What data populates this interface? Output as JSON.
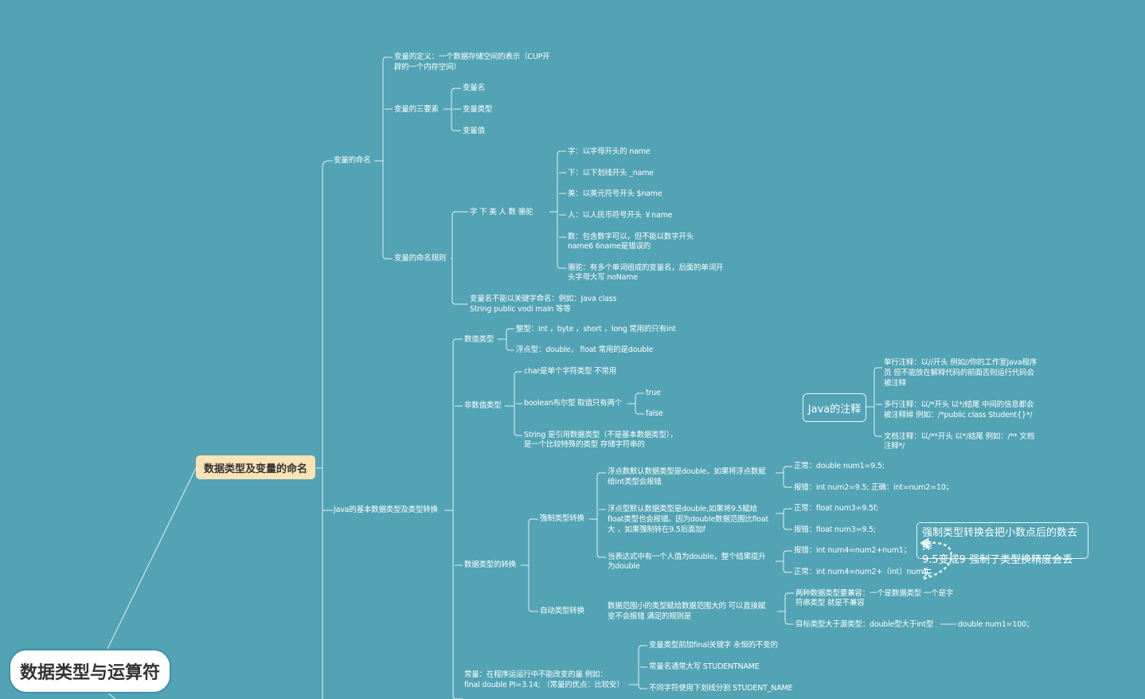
{
  "root": "数据类型与运算符",
  "main_topic": "数据类型及变量的命名",
  "naming": {
    "title": "变量的命名",
    "definition": [
      "变量的定义：一个数据存储空间的表示（CUP开",
      "辟的一个内存空间）"
    ],
    "three_elements": {
      "title": "变量的三要素",
      "items": [
        "变量名",
        "变量类型",
        "变量值"
      ]
    },
    "rules": {
      "title": "变量的命名规则",
      "mnemonic": {
        "title": "字 下 美 人 数 骆驼",
        "items": [
          [
            "字：以字母开头的  name"
          ],
          [
            "下：以下划线开头 _name"
          ],
          [
            "美：以美元符号开头 $name"
          ],
          [
            "人：以人民币符号开头 ￥name"
          ],
          [
            "数：包含数字可以，但不能以数字开头",
            "name6    6name是错误的"
          ],
          [
            "骆驼：有多个单词组成的变量名，后面的单词开",
            "头字母大写  noName"
          ]
        ]
      },
      "keyword": [
        "变量名不能以关键字命名：例如：Java class",
        "String public vodi  main 等等"
      ]
    }
  },
  "types": {
    "title": "Java的基本数据类型及类型转换",
    "numeric": {
      "title": "数值类型",
      "items": [
        "整型：int ，byte ，short ，long 常用的只有int",
        "浮点型：double， float 常用的是double"
      ]
    },
    "non_numeric": {
      "title": "非数值类型",
      "char": "char是单个字符类型 不常用",
      "boolean": "boolean布尔型 取值只有两个",
      "boolean_values": [
        "true",
        "false"
      ],
      "string": [
        "String 是引用数据类型（不是基本数据类型），",
        "是一个比较特殊的类型 存储字符串的"
      ]
    },
    "conversion": {
      "title": "数据类型的转换",
      "forced": {
        "title": "强制类型转换",
        "case1": [
          "浮点数默认数据类型是double，如果将浮点数赋",
          "给int类型会报错"
        ],
        "case1_items": [
          "正常：double num1=9.5;",
          "报错：int num2=9.5;    正确：int=num2=10；"
        ],
        "case2": [
          "浮点型默认数据类型是double,如果将9.5赋给",
          "float类型也会报错。因为double数据范围比float",
          "大 ，如果强制转在9.5后面加f"
        ],
        "case2_items": [
          "正常：float num3=9.5f;",
          "报错：float num3=9.5;"
        ],
        "case3": [
          "当表达式中有一个人值为double，整个结果提升",
          "为double"
        ],
        "case3_items": [
          "报错：int num4=num2+num1；",
          "正常：int num4=num2+（int）num1；"
        ]
      },
      "auto": {
        "title": "自动类型转换",
        "desc": [
          "数据范围小的类型赋给数据范围大的 可以直接赋",
          "变不会报错 满足的规则是"
        ],
        "items": [
          [
            "两种数据类型要兼容：一个是数据类型 一个是字",
            "符串类型 就是不兼容"
          ],
          [
            "目标类型大于源类型：double型大于int型"
          ]
        ],
        "example": "double num1=100；"
      }
    },
    "constant": {
      "title": [
        "常量：在程序运运行中不能改变的量   例如：",
        "final double PI=3.14;  （常量的优点：比较安）"
      ],
      "items": [
        "变量类型前加final关键字 永恒的不变的",
        "常量名通常大写  STUDENTNAME",
        "不同字符使用下划线分割 STUDENT_NAME"
      ]
    }
  },
  "comments": {
    "title": "Java的注释",
    "items": [
      [
        "单行注释：以//开头    例如//你的工作室Java程序",
        "员    但不能放在解释代码的前面否则运行代码会",
        "被注释"
      ],
      [
        "多行注释：以/*开头  以*/结尾 中间的信息都会",
        "被注释掉  例如：/*public class Student{}*/"
      ],
      [
        "文档注释：以/**开头  以*/结尾   例如：/**  文档",
        "注释*/"
      ]
    ]
  },
  "note": [
    "强制类型转换会把小数点后的数去掉",
    "9.5变成9  强制了类型换精度会丢失"
  ],
  "colors": {
    "background": "#52a3b3",
    "line": "#e3f1f4",
    "main_fill": "#fbe3b8"
  }
}
